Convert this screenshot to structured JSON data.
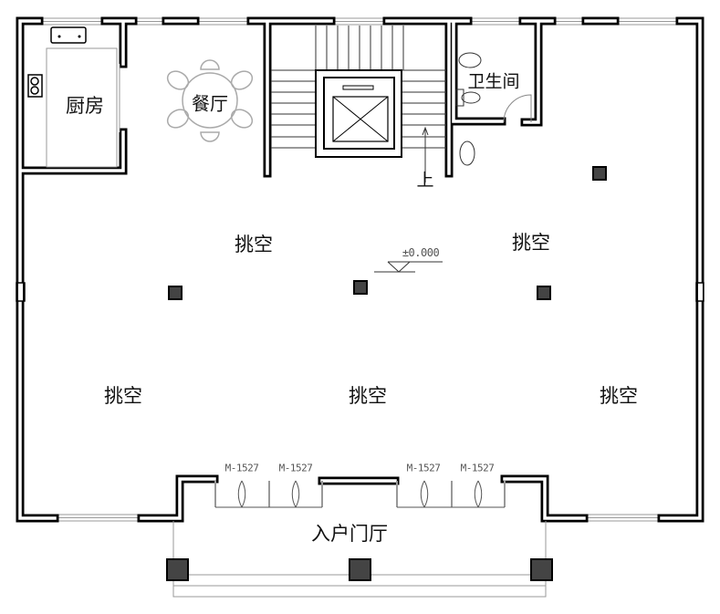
{
  "rooms": {
    "kitchen": "厨房",
    "dining": "餐厅",
    "bathroom": "卫生间",
    "void_1": "挑空",
    "void_2": "挑空",
    "void_3": "挑空",
    "void_4": "挑空",
    "void_5": "挑空",
    "entrance_hall": "入户门厅"
  },
  "annotations": {
    "elevation": "±0.000",
    "stair_up": "上",
    "door_1": "M-1527",
    "door_2": "M-1527",
    "door_3": "M-1527",
    "door_4": "M-1527"
  }
}
